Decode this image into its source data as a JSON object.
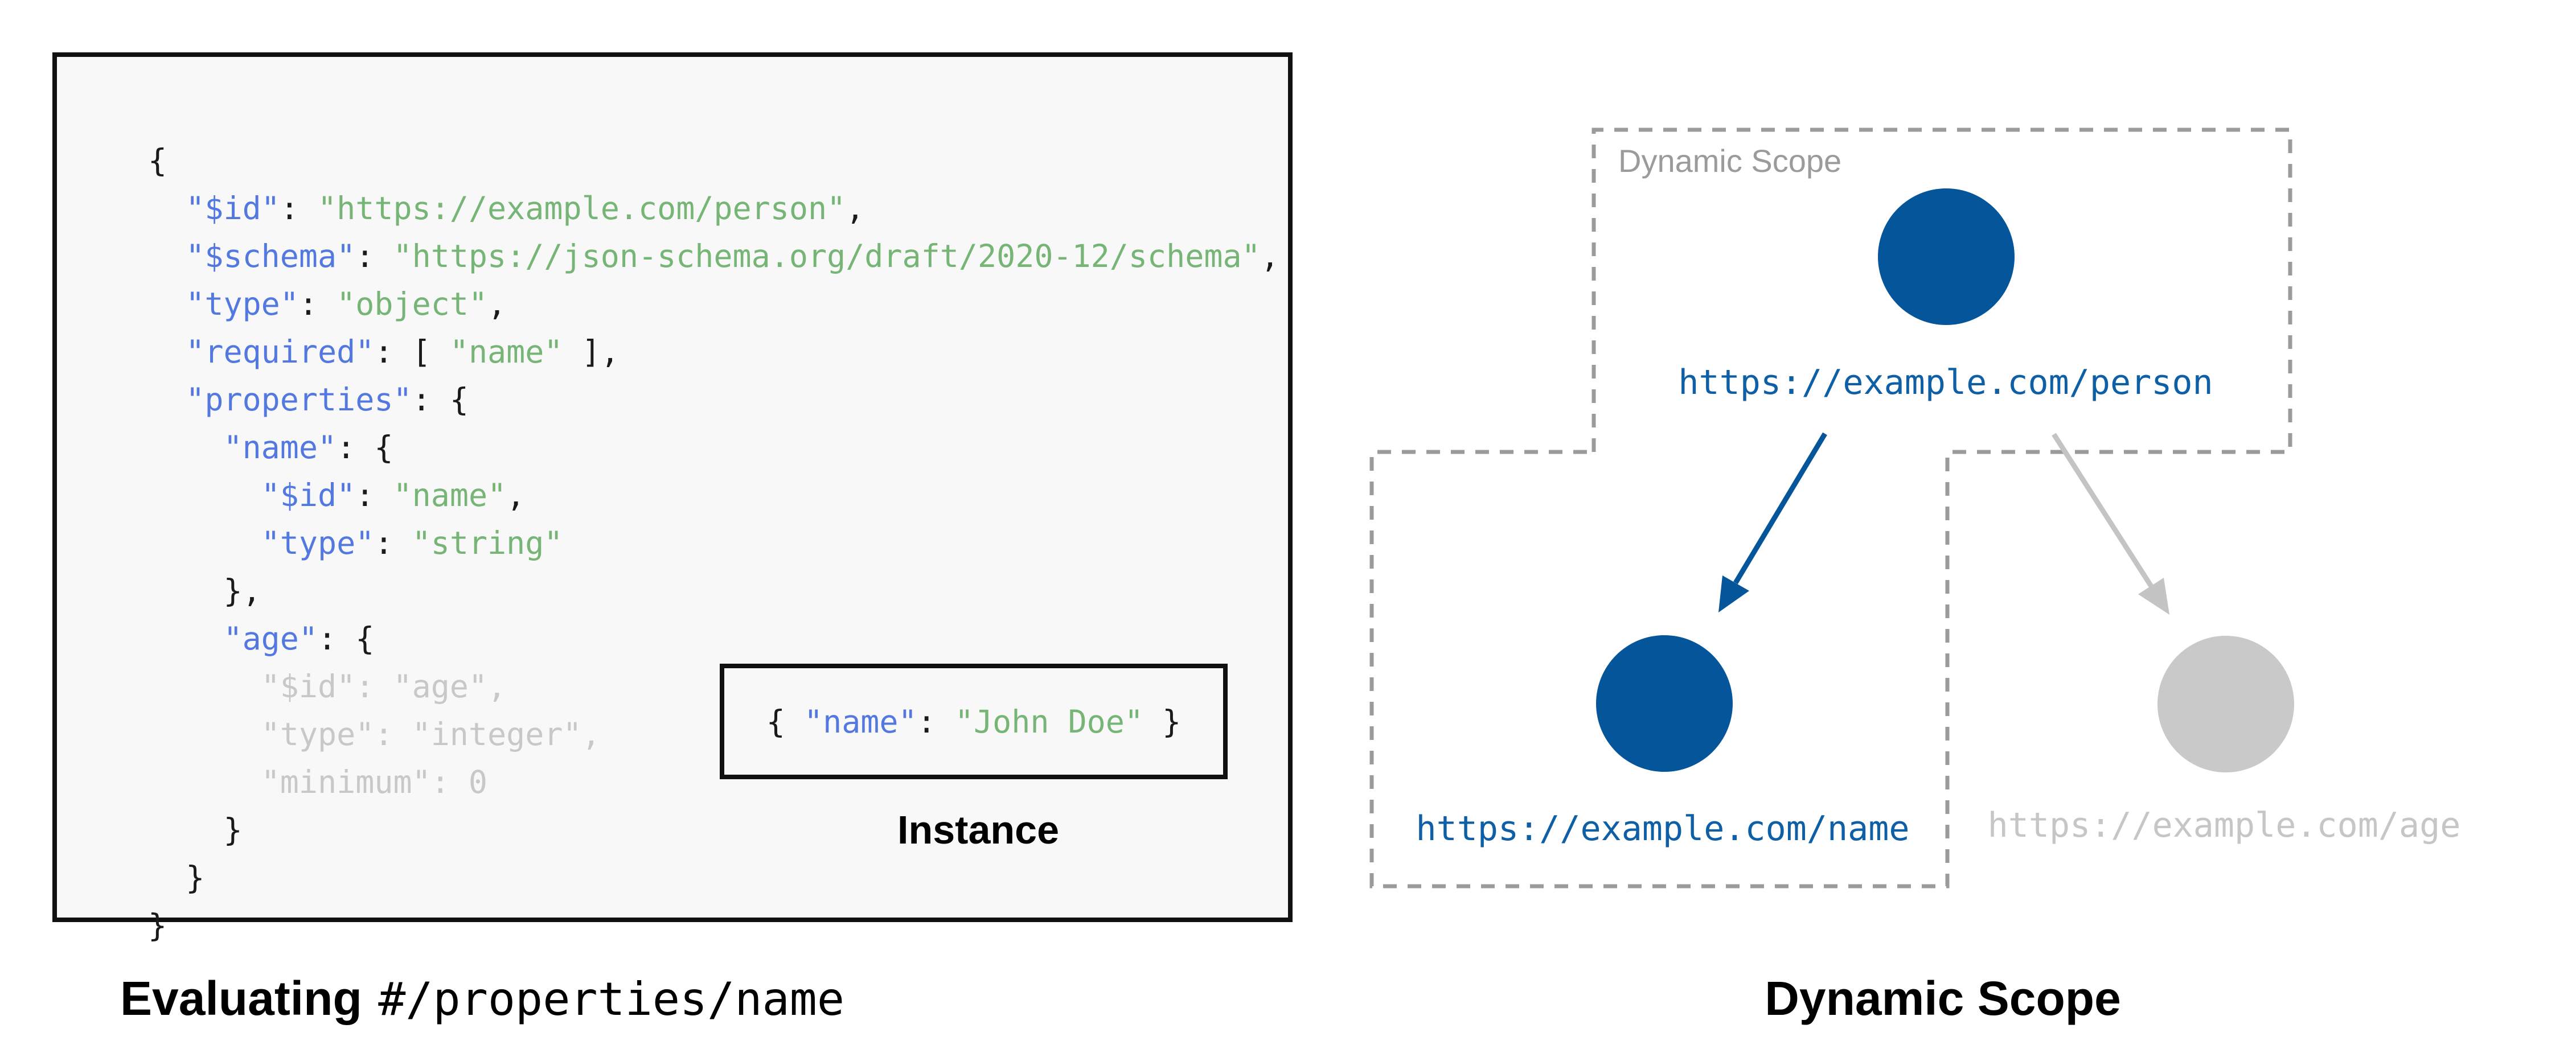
{
  "palette": {
    "code_background": "#f8f8f8",
    "code_key_blue": "#5379e1",
    "code_string_green": "#76b576",
    "code_punct_black": "#1a1a1a",
    "code_muted_gray": "#c8c8c8",
    "node_blue": "#05559b",
    "node_gray": "#c9c9c9",
    "arrow_blue": "#05559b",
    "arrow_gray": "#c4c4c4",
    "scope_dash_gray": "#9b9b9b"
  },
  "schema_panel": {
    "code_lines": [
      [
        [
          "p",
          "{"
        ]
      ],
      [
        [
          "p",
          "  "
        ],
        [
          "k",
          "\"$id\""
        ],
        [
          "p",
          ": "
        ],
        [
          "s",
          "\"https://example.com/person\""
        ],
        [
          "p",
          ","
        ]
      ],
      [
        [
          "p",
          "  "
        ],
        [
          "k",
          "\"$schema\""
        ],
        [
          "p",
          ": "
        ],
        [
          "s",
          "\"https://json-schema.org/draft/2020-12/schema\""
        ],
        [
          "p",
          ","
        ]
      ],
      [
        [
          "p",
          "  "
        ],
        [
          "k",
          "\"type\""
        ],
        [
          "p",
          ": "
        ],
        [
          "s",
          "\"object\""
        ],
        [
          "p",
          ","
        ]
      ],
      [
        [
          "p",
          "  "
        ],
        [
          "k",
          "\"required\""
        ],
        [
          "p",
          ": [ "
        ],
        [
          "s",
          "\"name\""
        ],
        [
          "p",
          " ],"
        ]
      ],
      [
        [
          "p",
          "  "
        ],
        [
          "k",
          "\"properties\""
        ],
        [
          "p",
          ": {"
        ]
      ],
      [
        [
          "p",
          "    "
        ],
        [
          "k",
          "\"name\""
        ],
        [
          "p",
          ": {"
        ]
      ],
      [
        [
          "p",
          "      "
        ],
        [
          "k",
          "\"$id\""
        ],
        [
          "p",
          ": "
        ],
        [
          "s",
          "\"name\""
        ],
        [
          "p",
          ","
        ]
      ],
      [
        [
          "p",
          "      "
        ],
        [
          "k",
          "\"type\""
        ],
        [
          "p",
          ": "
        ],
        [
          "s",
          "\"string\""
        ]
      ],
      [
        [
          "p",
          "    },"
        ]
      ],
      [
        [
          "p",
          "    "
        ],
        [
          "k",
          "\"age\""
        ],
        [
          "p",
          ": {"
        ]
      ],
      [
        [
          "g",
          "      \"$id\": \"age\","
        ]
      ],
      [
        [
          "g",
          "      \"type\": \"integer\","
        ]
      ],
      [
        [
          "g",
          "      \"minimum\": 0"
        ]
      ],
      [
        [
          "p",
          "    }"
        ]
      ],
      [
        [
          "p",
          "  }"
        ]
      ],
      [
        [
          "p",
          "}"
        ]
      ]
    ],
    "instance": {
      "tokens": [
        [
          "p",
          "{ "
        ],
        [
          "k",
          "\"name\""
        ],
        [
          "p",
          ": "
        ],
        [
          "s",
          "\"John Doe\""
        ],
        [
          "p",
          " }"
        ]
      ],
      "caption": "Instance"
    },
    "caption_bold": "Evaluating",
    "caption_mono": "#/properties/name"
  },
  "diagram": {
    "scope_label": "Dynamic Scope",
    "caption": "Dynamic Scope",
    "nodes": [
      {
        "id": "person",
        "label": "https://example.com/person",
        "color": "#05559b"
      },
      {
        "id": "name",
        "label": "https://example.com/name",
        "color": "#05559b"
      },
      {
        "id": "age",
        "label": "https://example.com/age",
        "color": "#c9c9c9"
      }
    ],
    "arrows": [
      {
        "from": "person",
        "to": "name",
        "color": "#05559b"
      },
      {
        "from": "person",
        "to": "age",
        "color": "#c4c4c4"
      }
    ]
  }
}
